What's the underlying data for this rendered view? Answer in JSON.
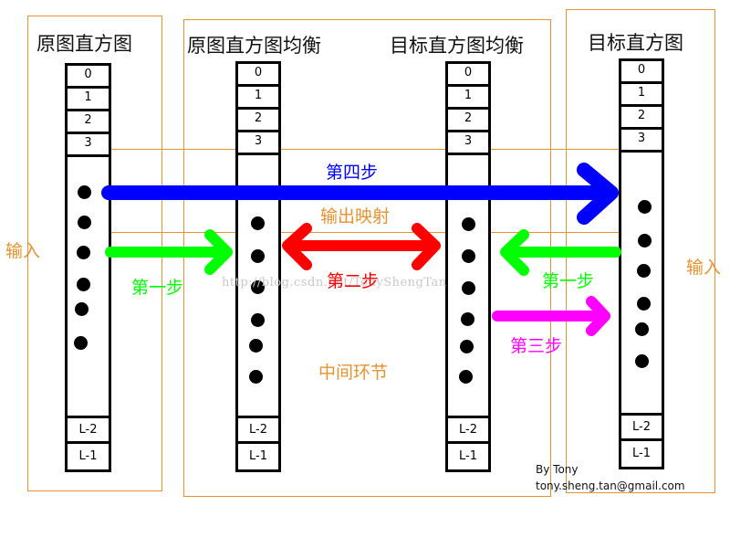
{
  "titles": {
    "source_histogram": "原图直方图",
    "source_equalized": "原图直方图均衡",
    "target_equalized": "目标直方图均衡",
    "target_histogram": "目标直方图"
  },
  "bins": [
    "0",
    "1",
    "2",
    "3"
  ],
  "bins_bottom": [
    "L-2",
    "L-1"
  ],
  "labels": {
    "input_left": "输入",
    "input_right": "输入",
    "step1_left": "第一步",
    "step1_right": "第一步",
    "step2": "第二步",
    "step3": "第三步",
    "step4": "第四步",
    "output_mapping": "输出映射",
    "middle_stage": "中间环节"
  },
  "watermark": "http://blog.csdn.net/TonyShengTan",
  "credit": {
    "by": "By Tony",
    "email": "tony.sheng.tan@gmail.com"
  },
  "colors": {
    "frame": "#e8922e",
    "step1": "#00ff00",
    "step2": "#ff0000",
    "step3": "#ff00ff",
    "step4": "#0000ff"
  }
}
